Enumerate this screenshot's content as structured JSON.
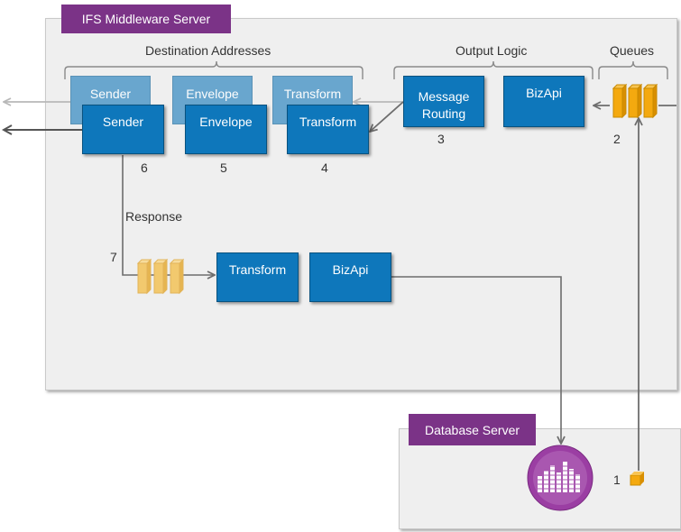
{
  "servers": {
    "middleware": "IFS Middleware Server",
    "database": "Database Server"
  },
  "groups": {
    "destination": "Destination Addresses",
    "output_logic": "Output Logic",
    "queues": "Queues"
  },
  "boxes": {
    "sender_ghost": "Sender",
    "envelope_ghost": "Envelope",
    "transform_ghost": "Transform",
    "sender": "Sender",
    "envelope": "Envelope",
    "transform": "Transform",
    "message_routing_line1": "Message",
    "message_routing_line2": "Routing",
    "bizapi_top": "BizApi",
    "transform_bottom": "Transform",
    "bizapi_bottom": "BizApi"
  },
  "labels": {
    "response": "Response"
  },
  "steps": {
    "s1": "1",
    "s2": "2",
    "s3": "3",
    "s4": "4",
    "s5": "5",
    "s6": "6",
    "s7": "7"
  },
  "colors": {
    "tag_purple": "#7b3387",
    "box_blue": "#0e77bb",
    "queue_orange": "#f4a90f",
    "queue_pale": "#f2c96e",
    "db_purple": "#9b3ea3"
  }
}
